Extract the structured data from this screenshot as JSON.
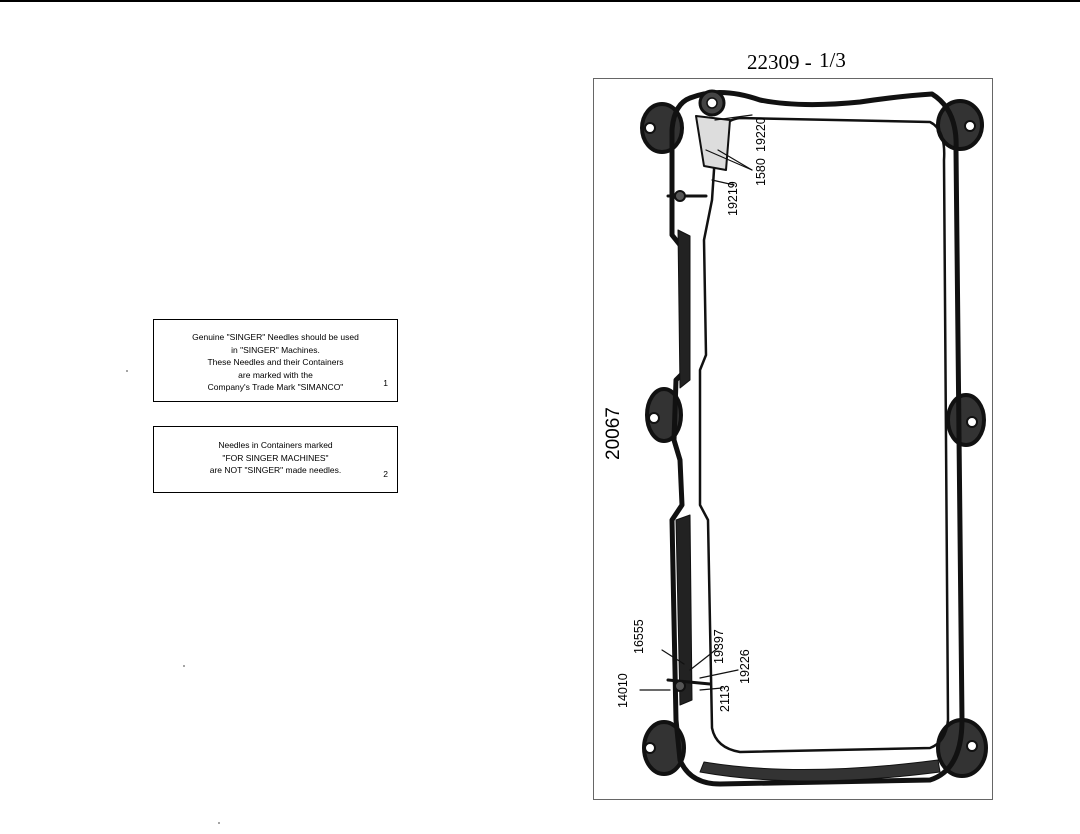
{
  "plate": {
    "number": "22309 -",
    "fraction": "1/3"
  },
  "notices": [
    {
      "lines": [
        "Genuine \"SINGER\" Needles should be used",
        "in \"SINGER\" Machines.",
        "These Needles and their Containers",
        "are marked with the",
        "Company's Trade Mark \"SIMANCO\""
      ],
      "number": "1"
    },
    {
      "lines": [
        "Needles in Containers marked",
        "\"FOR SINGER MACHINES\"",
        "are NOT \"SINGER\" made needles."
      ],
      "number": "2"
    }
  ],
  "figure": {
    "main_part": "20067",
    "part_labels": [
      "19220",
      "1580",
      "19219",
      "16555",
      "19397",
      "19226",
      "14010",
      "2113"
    ]
  }
}
